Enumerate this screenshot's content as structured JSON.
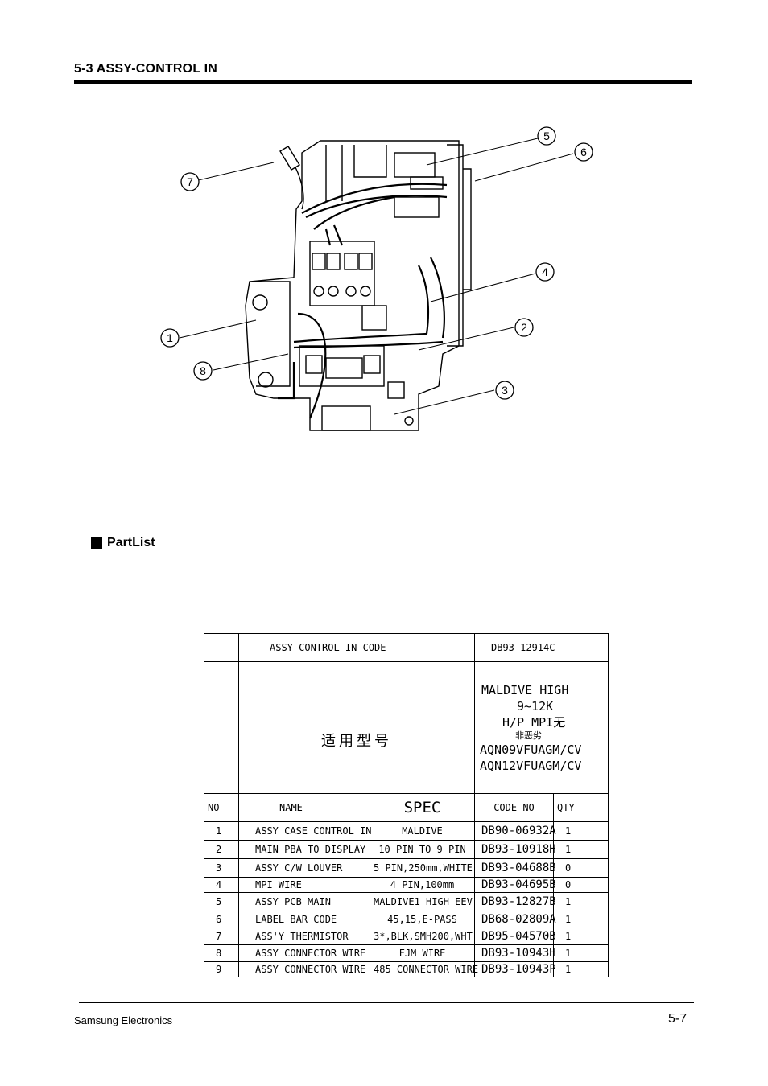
{
  "section_title": "5-3 ASSY-CONTROL IN",
  "callouts": [
    "1",
    "2",
    "3",
    "4",
    "5",
    "6",
    "7",
    "8"
  ],
  "partlist_heading": "PartList",
  "table": {
    "code_label": "ASSY CONTROL IN CODE",
    "code_value": "DB93-12914C",
    "model_label": "适用型号",
    "model_lines": [
      "MALDIVE HIGH",
      "9~12K",
      "H/P  MPI无",
      "非恶劣",
      "AQN09VFUAGM/CV",
      "AQN12VFUAGM/CV"
    ],
    "headers": {
      "no": "NO",
      "name": "NAME",
      "spec": "SPEC",
      "code": "CODE-NO",
      "qty": "QTY"
    },
    "rows": [
      {
        "no": "1",
        "name": "ASSY CASE CONTROL IN",
        "spec": "MALDIVE",
        "code": "DB90-06932A",
        "qty": "1"
      },
      {
        "no": "2",
        "name": "MAIN PBA TO DISPLAY",
        "spec": "10 PIN TO 9 PIN",
        "code": "DB93-10918H",
        "qty": "1"
      },
      {
        "no": "3",
        "name": "ASSY C/W LOUVER",
        "spec": "5 PIN,250mm,WHITE",
        "code": "DB93-04688B",
        "qty": "0"
      },
      {
        "no": "4",
        "name": "MPI WIRE",
        "spec": "4 PIN,100mm",
        "code": "DB93-04695B",
        "qty": "0"
      },
      {
        "no": "5",
        "name": "ASSY PCB MAIN",
        "spec": "MALDIVE1 HIGH EEV",
        "code": "DB93-12827B",
        "qty": "1"
      },
      {
        "no": "6",
        "name": "LABEL BAR CODE",
        "spec": "45,15,E-PASS",
        "code": "DB68-02809A",
        "qty": "1"
      },
      {
        "no": "7",
        "name": "ASS'Y THERMISTOR",
        "spec": "3*,BLK,SMH200,WHT",
        "code": "DB95-04570B",
        "qty": "1"
      },
      {
        "no": "8",
        "name": "ASSY CONNECTOR WIRE",
        "spec": "FJM WIRE",
        "code": "DB93-10943H",
        "qty": "1"
      },
      {
        "no": "9",
        "name": "ASSY CONNECTOR WIRE",
        "spec": "485 CONNECTOR WIRE",
        "code": "DB93-10943P",
        "qty": "1"
      }
    ]
  },
  "footer": {
    "left": "Samsung Electronics",
    "right": "5-7"
  }
}
